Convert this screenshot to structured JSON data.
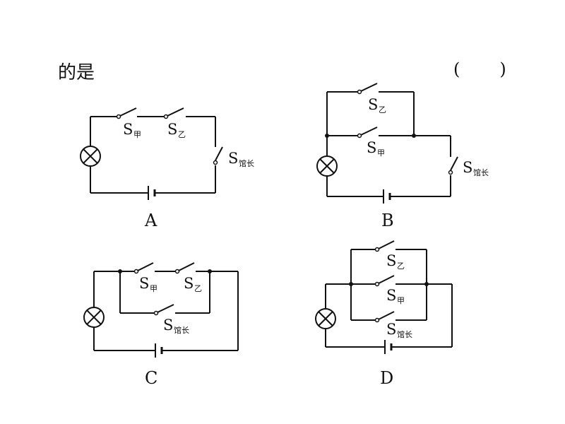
{
  "question": {
    "text": "的是",
    "bracket_open": "(",
    "bracket_close": ")"
  },
  "switches": {
    "s": "S",
    "jia": "甲",
    "yi": "乙",
    "guanzhang": "馆长"
  },
  "options": {
    "a": "A",
    "b": "B",
    "c": "C",
    "d": "D"
  }
}
